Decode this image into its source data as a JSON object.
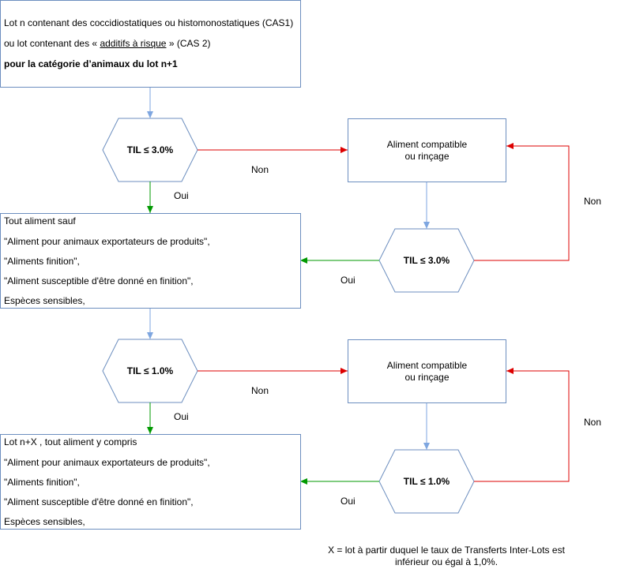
{
  "top_box": {
    "line1": "Lot n contenant des coccidiostatiques ou histomonostatiques (CAS1)",
    "line2_pre": "ou lot contenant des « ",
    "line2_link": "additifs à risque",
    "line2_post": " » (CAS 2)",
    "line3": "pour la catégorie d’animaux du lot n+1"
  },
  "hex1": "TIL ≤ 3.0%",
  "hex2": "TIL ≤ 3.0%",
  "hex3": "TIL ≤ 1.0%",
  "hex4": "TIL ≤ 1.0%",
  "compat1": {
    "line1": "Aliment compatible",
    "line2": "ou rinçage"
  },
  "compat2": {
    "line1": "Aliment compatible",
    "line2": "ou rinçage"
  },
  "mid_box": {
    "lines": [
      "Tout aliment  sauf",
      " \"Aliment pour animaux exportateurs de produits\",",
      "\"Aliments finition\",",
      "\"Aliment susceptible d'être donné en finition\",",
      "Espèces sensibles,"
    ]
  },
  "bottom_box": {
    "lines": [
      "Lot n+X , tout aliment y compris",
      " \"Aliment pour animaux exportateurs de produits\",",
      "\"Aliments finition\",",
      "\"Aliment susceptible d'être donné en finition\",",
      "Espèces sensibles,"
    ]
  },
  "labels": {
    "non1": "Non",
    "oui1": "Oui",
    "non_loop1": "Non",
    "oui2": "Oui",
    "non2": "Non",
    "oui3": "Oui",
    "non_loop2": "Non",
    "oui4": "Oui"
  },
  "note": {
    "line1": "X = lot  à partir duquel le taux de Transferts Inter-Lots est",
    "line2": "inférieur ou égal à 1,0%."
  },
  "colors": {
    "stroke": "#6c8ebf",
    "no_arrow": "#dd0000",
    "yes_arrow": "#009900",
    "flow_arrow": "#7ea6e0"
  }
}
